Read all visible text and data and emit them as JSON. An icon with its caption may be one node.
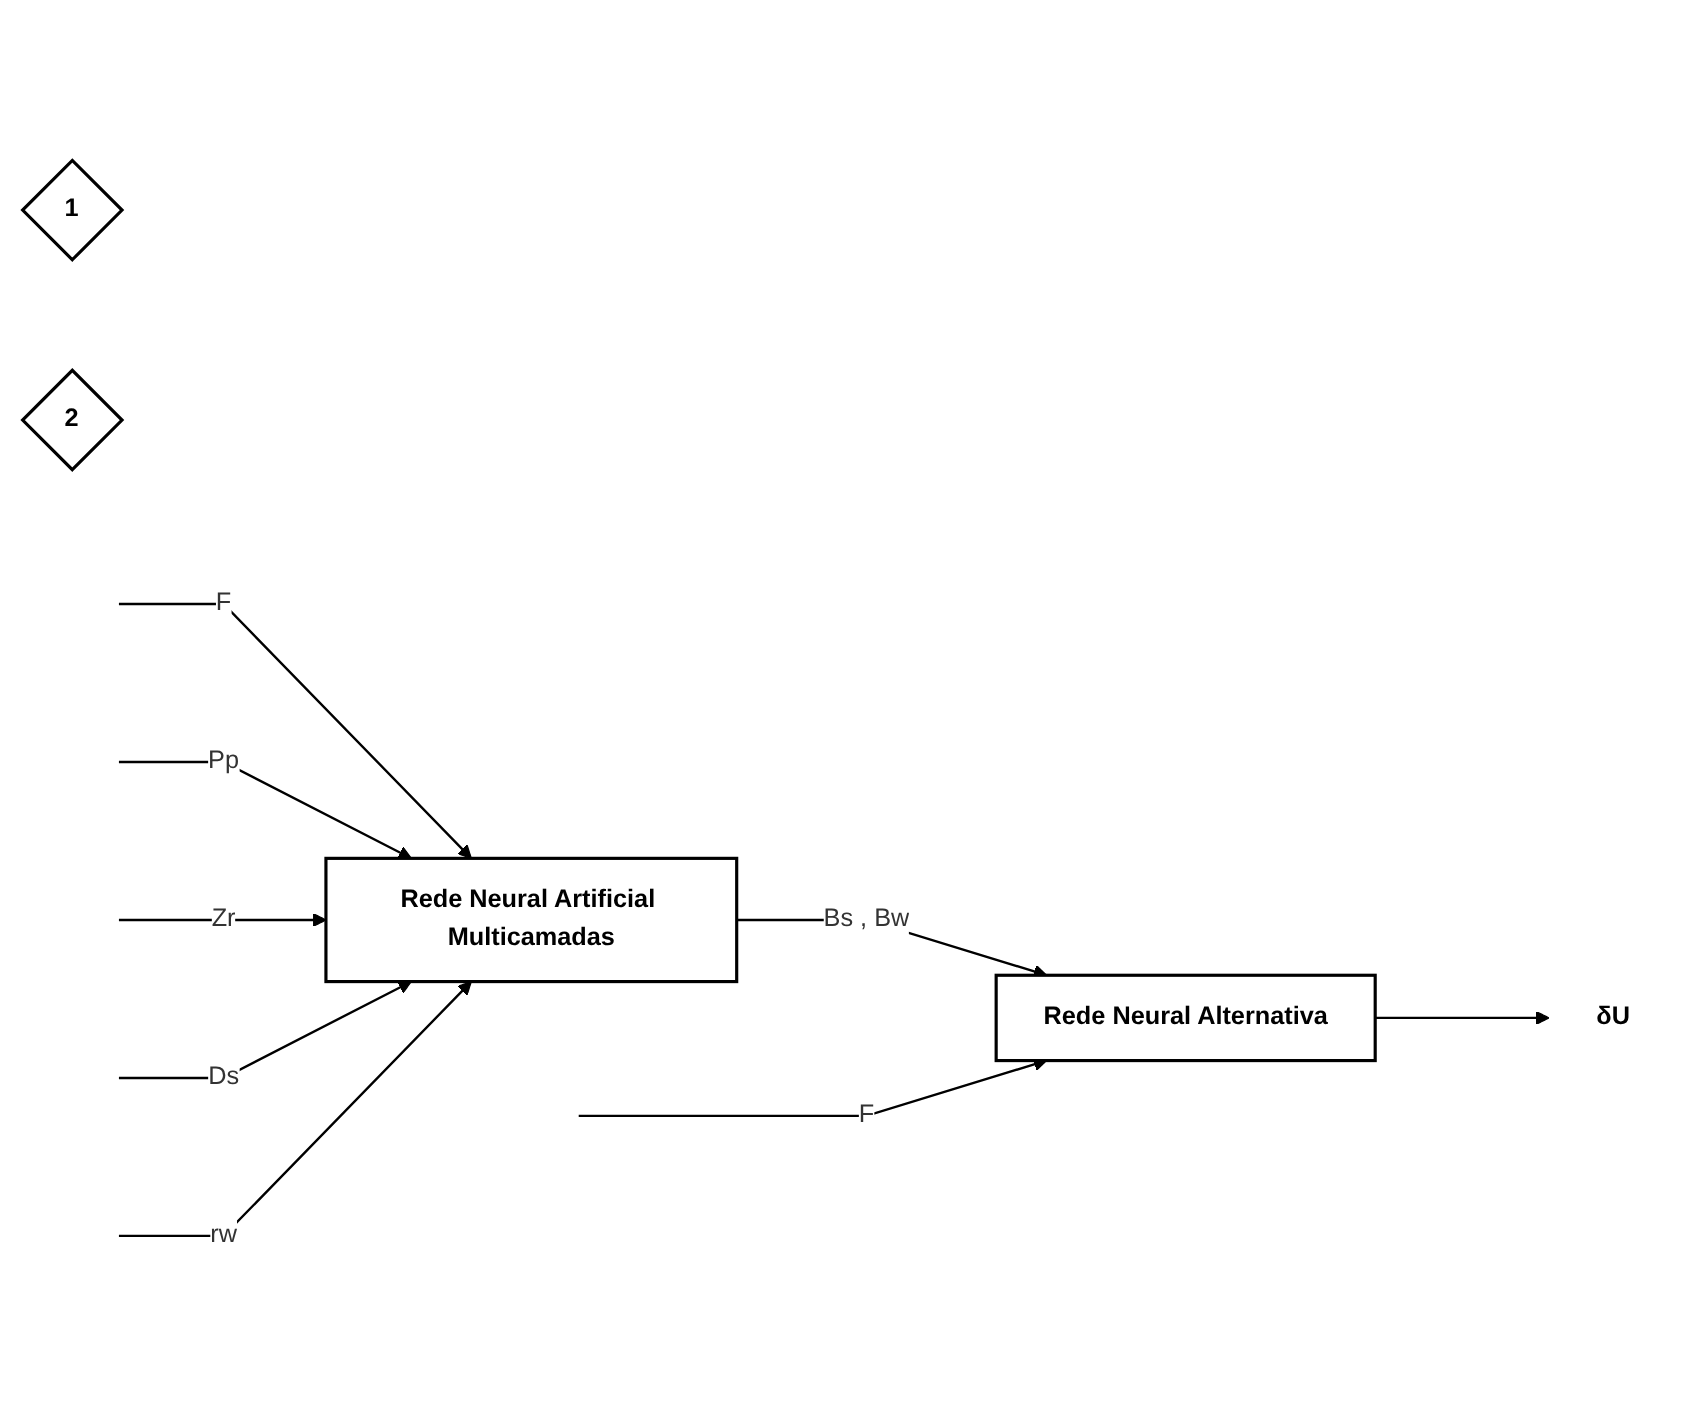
{
  "diagram": {
    "nodes": [
      {
        "text": [
          "1"
        ]
      },
      {
        "text": [
          "2"
        ]
      },
      {
        "text": [
          "Rede Neural Artificial Multicamadas"
        ]
      },
      {
        "text": [
          "Rede Neural Alternativa"
        ]
      },
      {
        "text": [
          "δU"
        ]
      }
    ],
    "edges": [
      {
        "from": null,
        "to": 2,
        "arrow": "to",
        "label": "F"
      },
      {
        "from": null,
        "to": 2,
        "arrow": "to",
        "label": "Pp"
      },
      {
        "from": null,
        "to": 2,
        "arrow": "to",
        "label": "Zr"
      },
      {
        "from": null,
        "to": 2,
        "arrow": "to",
        "label": "Ds"
      },
      {
        "from": null,
        "to": 2,
        "arrow": "to",
        "label": "rw"
      },
      {
        "from": 2,
        "to": 3,
        "arrow": "to",
        "label": "Bs , Bw"
      },
      {
        "from": null,
        "to": 3,
        "arrow": "to",
        "label": "F"
      },
      {
        "from": 3,
        "to": 4,
        "arrow": "to"
      }
    ]
  }
}
